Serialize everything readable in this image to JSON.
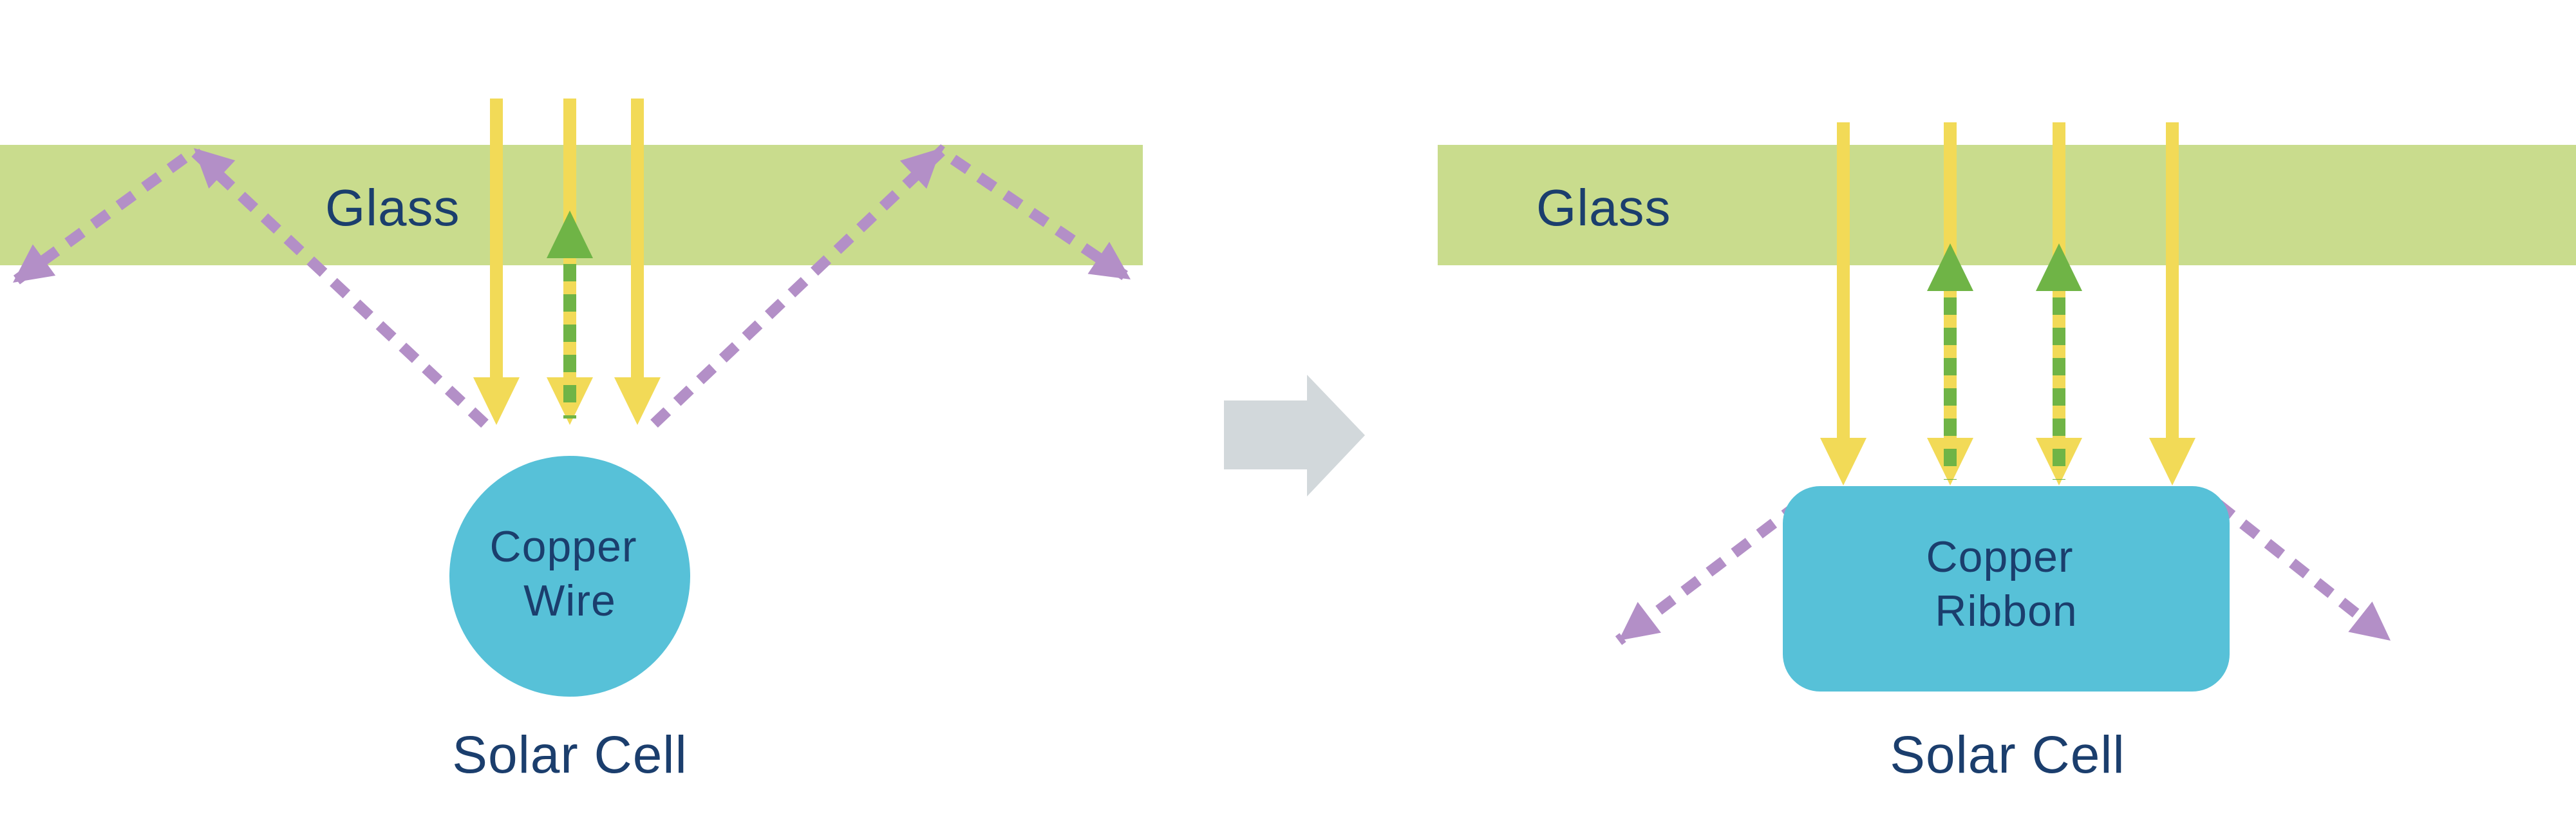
{
  "colors": {
    "glass_green": "#c9dc8d",
    "sunlight_yellow": "#f2da57",
    "reflected_green": "#6fb446",
    "scatter_purple": "#b38fc7",
    "copper_blue": "#57c1d8",
    "text_navy": "#1b3e6d",
    "transition_gray": "#d2d8db"
  },
  "left_panel": {
    "glass_label": "Glass",
    "component": {
      "line1": "Copper",
      "line2": "Wire"
    },
    "caption": "Solar Cell"
  },
  "right_panel": {
    "glass_label": "Glass",
    "component": {
      "line1": "Copper",
      "line2": "Ribbon"
    },
    "caption": "Solar Cell"
  },
  "icons": {
    "transition_arrow": "right-block-arrow",
    "sunlight_arrow": "down-arrow-solid",
    "reflected_arrow": "up-arrow-dashed",
    "scattered_arrow": "diagonal-dashed-arrow"
  }
}
